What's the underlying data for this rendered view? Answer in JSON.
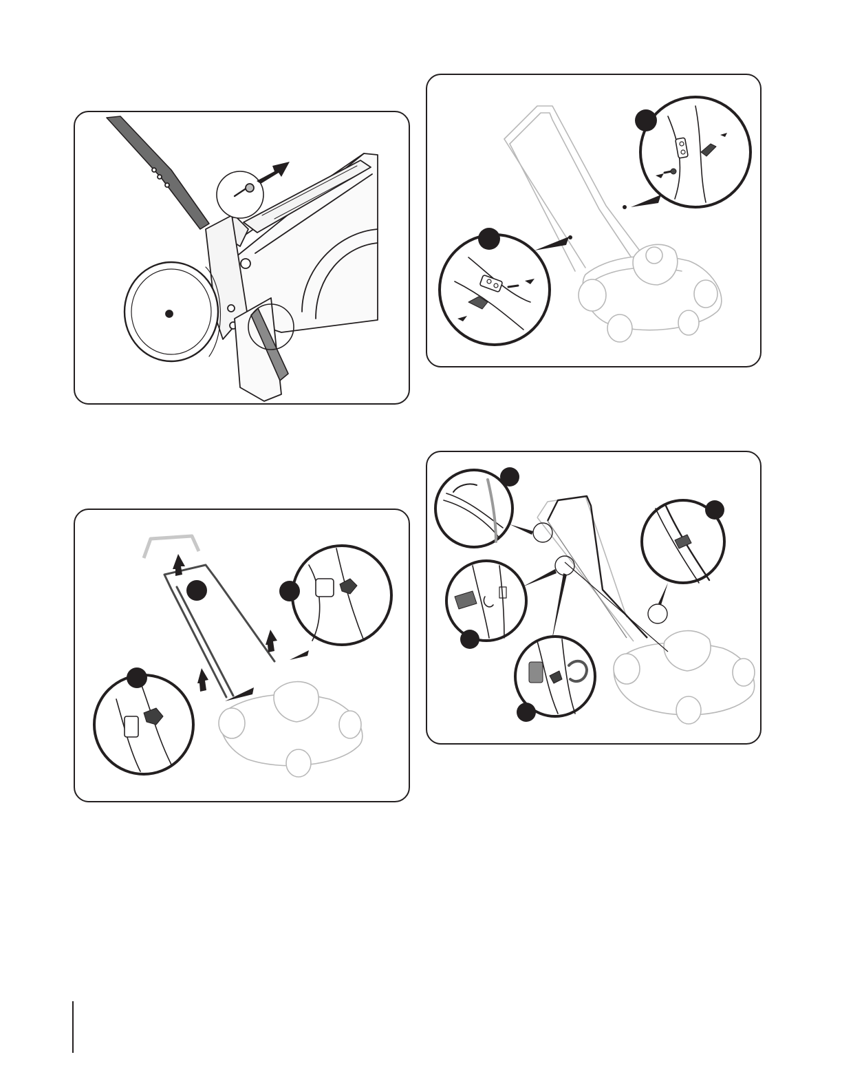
{
  "page": {
    "figures": [
      {
        "id": "fig1",
        "subject": "remove-shipping-pin",
        "callouts": []
      },
      {
        "id": "fig2",
        "subject": "lower-handle-attachment",
        "callouts": []
      },
      {
        "id": "fig3",
        "subject": "raise-handle-and-lock-knobs",
        "callouts": []
      },
      {
        "id": "fig4",
        "subject": "upper-handle-and-cable-ties",
        "callouts": []
      }
    ]
  },
  "colors": {
    "line": "#231f20",
    "ghost": "#b8b8b8",
    "accent": "#3a3a3a",
    "paper": "#ffffff"
  }
}
